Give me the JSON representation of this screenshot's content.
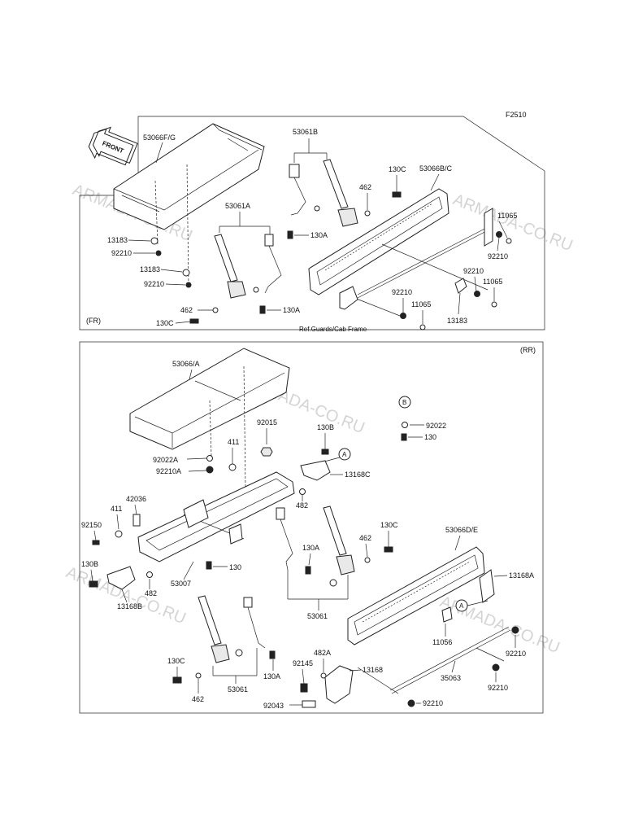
{
  "figure_code": "F2510",
  "front_label": "FRONT",
  "watermark": "ARMADA-CO.RU",
  "reference_note": "Ref.Guards/Cab Frame",
  "sections": {
    "front": {
      "tag": "(FR)"
    },
    "rear": {
      "tag": "(RR)"
    }
  },
  "markers": {
    "a": "A",
    "b": "B"
  },
  "front_parts": {
    "seat_cushion": "53066F/G",
    "belt_set_upper": "53061B",
    "belt_set_lower": "53061A",
    "backrest": "53066B/C",
    "bolt_130c_top": "130C",
    "bolt_130c_bottom": "130C",
    "washer_462_top": "462",
    "washer_462_bottom": "462",
    "bolt_130a_top": "130A",
    "bolt_130a_bottom": "130A",
    "clamp_13183_a": "13183",
    "clamp_13183_b": "13183",
    "clamp_13183_c": "13183",
    "nut_92210_a": "92210",
    "nut_92210_b": "92210",
    "nut_92210_c": "92210",
    "nut_92210_d": "92210",
    "nut_92210_e": "92210",
    "cap_11065_a": "11065",
    "cap_11065_b": "11065",
    "cap_11065_c": "11065"
  },
  "rear_parts": {
    "seat_cushion": "53066/A",
    "nut_92015": "92015",
    "washer_411_top": "411",
    "washer_92022a": "92022A",
    "nut_92210a": "92210A",
    "bolt_130b_top": "130B",
    "bracket_13168c": "13168C",
    "washer_482_top": "482",
    "washer_92022": "92022",
    "bolt_130_b": "130",
    "pin_42036": "42036",
    "washer_411_left": "411",
    "bolt_92150": "92150",
    "bolt_130b_left": "130B",
    "washer_482_left": "482",
    "bracket_13168b": "13168B",
    "frame_53007": "53007",
    "bolt_130_frame": "130",
    "bolt_130c_right": "130C",
    "washer_462_right": "462",
    "bolt_130a_mid": "130A",
    "belt_set_mid": "53061",
    "backrest": "53066D/E",
    "bracket_13168a": "13168A",
    "clip_11056": "11056",
    "nut_92210_right": "92210",
    "nut_92210_right2": "92210",
    "nut_92210_bottom": "92210",
    "bolt_130c_left": "130C",
    "washer_462_left": "462",
    "belt_set_low": "53061",
    "bolt_130a_low": "130A",
    "washer_482a": "482A",
    "bolt_92145": "92145",
    "bracket_13168": "13168",
    "rod_35063": "35063",
    "bolt_92043": "92043"
  }
}
